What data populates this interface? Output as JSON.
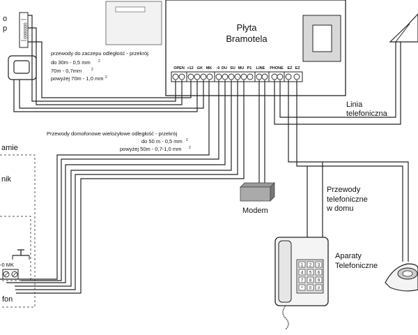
{
  "panel": {
    "title_line1": "Płyta",
    "title_line2": "Bramotela",
    "terminals": [
      "OPEN",
      "+12",
      "GK",
      "MK",
      "-0",
      "DU",
      "SU",
      "MU",
      "P1",
      "LINE",
      "PHONE",
      "EZ",
      "EZ"
    ]
  },
  "notes": {
    "lock": {
      "line1": "przewody do zaczepu odległość - przekrój:",
      "line2": "do 30m - 0,5 mm",
      "line3": "70m - 0,7mm",
      "line4": "powyżej 70m - 1,0 mm",
      "sup": "2"
    },
    "intercom": {
      "line1": "Przewody domofonowe wielożyłowe odległość - przekrój",
      "line2": "do 50 m - 0,5 mm",
      "line3": "powyżej 50m - 0,7-1,0 mm",
      "sup": "2"
    }
  },
  "labels": {
    "left_fragment_p": "o",
    "left_fragment_p2": "p",
    "left_fragment_amie": "amie",
    "left_fragment_nik": "nik",
    "left_fragment_mk": "-0 MK",
    "left_fragment_fon": "fon",
    "linia_line1": "Linia",
    "linia_line2": "telefoniczna",
    "modem": "Modem",
    "przewody_line1": "Przewody",
    "przewody_line2": "telefoniczne",
    "przewody_line3": "w domu",
    "aparaty_line1": "Aparaty",
    "aparaty_line2": "Telefoniczne"
  },
  "keypad_keys": [
    "1",
    "2",
    "3",
    "4",
    "5",
    "6",
    "7",
    "8",
    "9",
    "*",
    "0",
    "#"
  ]
}
